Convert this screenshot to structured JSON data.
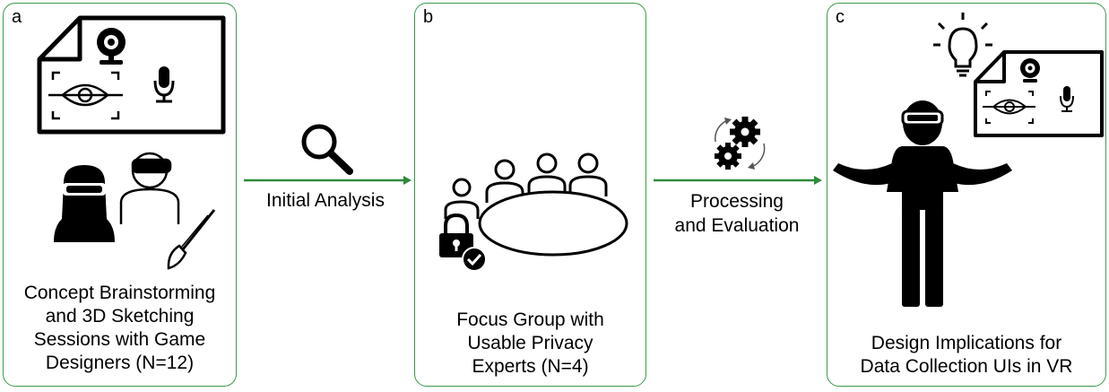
{
  "panels": {
    "a": {
      "letter": "a",
      "caption": [
        "Concept Brainstorming",
        "and 3D Sketching",
        "Sessions with Game",
        "Designers (N=12)"
      ]
    },
    "b": {
      "letter": "b",
      "caption": [
        "Focus Group with",
        "Usable Privacy",
        "Experts (N=4)"
      ]
    },
    "c": {
      "letter": "c",
      "caption": [
        "Design Implications for",
        "Data Collection UIs in VR"
      ]
    }
  },
  "arrows": {
    "first": {
      "label": [
        "Initial Analysis"
      ]
    },
    "second": {
      "label": [
        "Processing",
        "and Evaluation"
      ]
    }
  },
  "colors": {
    "frame": "#3a9a4a",
    "arrow": "#2e8b3a",
    "ink": "#000000"
  },
  "icons": {
    "a": [
      "document-icon",
      "webcam-icon",
      "eye-tracking-icon",
      "microphone-icon",
      "vr-user-female-icon",
      "vr-user-outline-icon",
      "paintbrush-icon"
    ],
    "b": [
      "magnifier-icon",
      "round-table-group-icon",
      "padlock-icon",
      "checkmark-icon"
    ],
    "c": [
      "gears-icon",
      "lightbulb-icon",
      "document-icon",
      "webcam-icon",
      "eye-tracking-icon",
      "microphone-icon",
      "vr-user-shrug-icon"
    ]
  }
}
